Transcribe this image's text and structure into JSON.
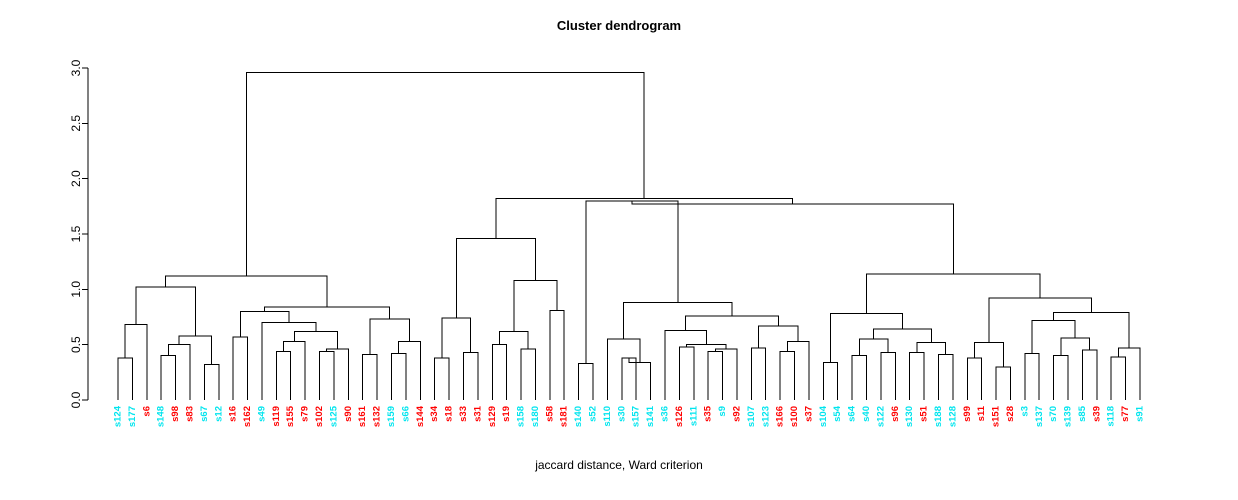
{
  "chart_data": {
    "type": "dendrogram",
    "title": "Cluster dendrogram",
    "xlabel": "jaccard distance, Ward criterion",
    "ylabel": "",
    "ylim": [
      0.0,
      3.0
    ],
    "yticks": [
      "0.0",
      "0.5",
      "1.0",
      "1.5",
      "2.0",
      "2.5",
      "3.0"
    ],
    "ytick_values": [
      0.0,
      0.5,
      1.0,
      1.5,
      2.0,
      2.5,
      3.0
    ],
    "grid": false,
    "legend": "none",
    "label_colors": {
      "red": "#FF0000",
      "cyan": "#00E5EE"
    },
    "leaves": [
      {
        "label": "s124",
        "color": "cyan"
      },
      {
        "label": "s177",
        "color": "cyan"
      },
      {
        "label": "s6",
        "color": "red"
      },
      {
        "label": "s148",
        "color": "cyan"
      },
      {
        "label": "s98",
        "color": "red"
      },
      {
        "label": "s83",
        "color": "red"
      },
      {
        "label": "s67",
        "color": "cyan"
      },
      {
        "label": "s12",
        "color": "cyan"
      },
      {
        "label": "s16",
        "color": "red"
      },
      {
        "label": "s162",
        "color": "red"
      },
      {
        "label": "s49",
        "color": "cyan"
      },
      {
        "label": "s119",
        "color": "red"
      },
      {
        "label": "s155",
        "color": "red"
      },
      {
        "label": "s79",
        "color": "red"
      },
      {
        "label": "s102",
        "color": "red"
      },
      {
        "label": "s125",
        "color": "cyan"
      },
      {
        "label": "s90",
        "color": "red"
      },
      {
        "label": "s161",
        "color": "red"
      },
      {
        "label": "s132",
        "color": "red"
      },
      {
        "label": "s159",
        "color": "cyan"
      },
      {
        "label": "s66",
        "color": "cyan"
      },
      {
        "label": "s144",
        "color": "red"
      },
      {
        "label": "s34",
        "color": "red"
      },
      {
        "label": "s18",
        "color": "red"
      },
      {
        "label": "s33",
        "color": "red"
      },
      {
        "label": "s31",
        "color": "red"
      },
      {
        "label": "s129",
        "color": "red"
      },
      {
        "label": "s19",
        "color": "red"
      },
      {
        "label": "s158",
        "color": "cyan"
      },
      {
        "label": "s180",
        "color": "cyan"
      },
      {
        "label": "s58",
        "color": "red"
      },
      {
        "label": "s181",
        "color": "red"
      },
      {
        "label": "s140",
        "color": "cyan"
      },
      {
        "label": "s52",
        "color": "cyan"
      },
      {
        "label": "s110",
        "color": "cyan"
      },
      {
        "label": "s30",
        "color": "cyan"
      },
      {
        "label": "s157",
        "color": "cyan"
      },
      {
        "label": "s141",
        "color": "cyan"
      },
      {
        "label": "s36",
        "color": "cyan"
      },
      {
        "label": "s126",
        "color": "red"
      },
      {
        "label": "s111",
        "color": "cyan"
      },
      {
        "label": "s35",
        "color": "red"
      },
      {
        "label": "s9",
        "color": "cyan"
      },
      {
        "label": "s92",
        "color": "red"
      },
      {
        "label": "s107",
        "color": "cyan"
      },
      {
        "label": "s123",
        "color": "cyan"
      },
      {
        "label": "s166",
        "color": "red"
      },
      {
        "label": "s100",
        "color": "red"
      },
      {
        "label": "s37",
        "color": "red"
      },
      {
        "label": "s104",
        "color": "cyan"
      },
      {
        "label": "s54",
        "color": "cyan"
      },
      {
        "label": "s64",
        "color": "cyan"
      },
      {
        "label": "s40",
        "color": "cyan"
      },
      {
        "label": "s122",
        "color": "cyan"
      },
      {
        "label": "s96",
        "color": "red"
      },
      {
        "label": "s130",
        "color": "cyan"
      },
      {
        "label": "s51",
        "color": "red"
      },
      {
        "label": "s188",
        "color": "cyan"
      },
      {
        "label": "s128",
        "color": "cyan"
      },
      {
        "label": "s99",
        "color": "red"
      },
      {
        "label": "s11",
        "color": "red"
      },
      {
        "label": "s151",
        "color": "red"
      },
      {
        "label": "s28",
        "color": "red"
      },
      {
        "label": "s3",
        "color": "cyan"
      },
      {
        "label": "s137",
        "color": "cyan"
      },
      {
        "label": "s70",
        "color": "cyan"
      },
      {
        "label": "s139",
        "color": "cyan"
      },
      {
        "label": "s85",
        "color": "cyan"
      },
      {
        "label": "s39",
        "color": "red"
      },
      {
        "label": "s118",
        "color": "cyan"
      },
      {
        "label": "s77",
        "color": "red"
      },
      {
        "label": "s91",
        "color": "cyan"
      }
    ],
    "merges": [
      {
        "id": "m1",
        "left": {
          "leaf": 0
        },
        "right": {
          "leaf": 1
        },
        "height": 0.38
      },
      {
        "id": "m2",
        "left": {
          "leaf": 3
        },
        "right": {
          "leaf": 4
        },
        "height": 0.4
      },
      {
        "id": "m3",
        "left": {
          "node": "m2"
        },
        "right": {
          "leaf": 5
        },
        "height": 0.5
      },
      {
        "id": "m4",
        "left": {
          "leaf": 6
        },
        "right": {
          "leaf": 7
        },
        "height": 0.32
      },
      {
        "id": "m5",
        "left": {
          "node": "m3"
        },
        "right": {
          "node": "m4"
        },
        "height": 0.58
      },
      {
        "id": "m6",
        "left": {
          "node": "m1"
        },
        "right": {
          "leaf": 2
        },
        "height": 0.68
      },
      {
        "id": "m7",
        "left": {
          "node": "m6"
        },
        "right": {
          "node": "m5"
        },
        "height": 1.02
      },
      {
        "id": "m8",
        "left": {
          "leaf": 8
        },
        "right": {
          "leaf": 9
        },
        "height": 0.57
      },
      {
        "id": "m9",
        "left": {
          "leaf": 11
        },
        "right": {
          "leaf": 12
        },
        "height": 0.44
      },
      {
        "id": "m10",
        "left": {
          "node": "m9"
        },
        "right": {
          "leaf": 13
        },
        "height": 0.53
      },
      {
        "id": "m11",
        "left": {
          "leaf": 14
        },
        "right": {
          "leaf": 15
        },
        "height": 0.44
      },
      {
        "id": "m12",
        "left": {
          "node": "m11"
        },
        "right": {
          "leaf": 16
        },
        "height": 0.46
      },
      {
        "id": "m13",
        "left": {
          "node": "m10"
        },
        "right": {
          "node": "m12"
        },
        "height": 0.62
      },
      {
        "id": "m14",
        "left": {
          "leaf": 10
        },
        "right": {
          "node": "m13"
        },
        "height": 0.7
      },
      {
        "id": "m15",
        "left": {
          "node": "m8"
        },
        "right": {
          "node": "m14"
        },
        "height": 0.8
      },
      {
        "id": "m16",
        "left": {
          "leaf": 17
        },
        "right": {
          "leaf": 18
        },
        "height": 0.41
      },
      {
        "id": "m17",
        "left": {
          "leaf": 19
        },
        "right": {
          "leaf": 20
        },
        "height": 0.42
      },
      {
        "id": "m18",
        "left": {
          "node": "m17"
        },
        "right": {
          "leaf": 21
        },
        "height": 0.53
      },
      {
        "id": "m19",
        "left": {
          "node": "m16"
        },
        "right": {
          "node": "m18"
        },
        "height": 0.73
      },
      {
        "id": "m20",
        "left": {
          "node": "m15"
        },
        "right": {
          "node": "m19"
        },
        "height": 0.84
      },
      {
        "id": "m21",
        "left": {
          "node": "m7"
        },
        "right": {
          "node": "m20"
        },
        "height": 1.12
      },
      {
        "id": "m22",
        "left": {
          "leaf": 22
        },
        "right": {
          "leaf": 23
        },
        "height": 0.38
      },
      {
        "id": "m23",
        "left": {
          "leaf": 24
        },
        "right": {
          "leaf": 25
        },
        "height": 0.43
      },
      {
        "id": "m24",
        "left": {
          "node": "m22"
        },
        "right": {
          "node": "m23"
        },
        "height": 0.74
      },
      {
        "id": "m25",
        "left": {
          "leaf": 26
        },
        "right": {
          "leaf": 27
        },
        "height": 0.5
      },
      {
        "id": "m26",
        "left": {
          "leaf": 28
        },
        "right": {
          "leaf": 29
        },
        "height": 0.46
      },
      {
        "id": "m27",
        "left": {
          "node": "m25"
        },
        "right": {
          "node": "m26"
        },
        "height": 0.62
      },
      {
        "id": "m28",
        "left": {
          "leaf": 30
        },
        "right": {
          "leaf": 31
        },
        "height": 0.81
      },
      {
        "id": "m29",
        "left": {
          "node": "m27"
        },
        "right": {
          "node": "m28"
        },
        "height": 1.08
      },
      {
        "id": "m30",
        "left": {
          "node": "m24"
        },
        "right": {
          "node": "m29"
        },
        "height": 1.46
      },
      {
        "id": "m31",
        "left": {
          "leaf": 32
        },
        "right": {
          "leaf": 33
        },
        "height": 0.33
      },
      {
        "id": "m32",
        "left": {
          "leaf": 35
        },
        "right": {
          "leaf": 36
        },
        "height": 0.38
      },
      {
        "id": "m33",
        "left": {
          "node": "m32"
        },
        "right": {
          "leaf": 37
        },
        "height": 0.34
      },
      {
        "id": "m34",
        "left": {
          "leaf": 34
        },
        "right": {
          "node": "m33"
        },
        "height": 0.55
      },
      {
        "id": "m35",
        "left": {
          "leaf": 39
        },
        "right": {
          "leaf": 40
        },
        "height": 0.48
      },
      {
        "id": "m36",
        "left": {
          "leaf": 41
        },
        "right": {
          "leaf": 42
        },
        "height": 0.44
      },
      {
        "id": "m37",
        "left": {
          "node": "m36"
        },
        "right": {
          "leaf": 43
        },
        "height": 0.46
      },
      {
        "id": "m38",
        "left": {
          "node": "m35"
        },
        "right": {
          "node": "m37"
        },
        "height": 0.5
      },
      {
        "id": "m39",
        "left": {
          "leaf": 38
        },
        "right": {
          "node": "m38"
        },
        "height": 0.63
      },
      {
        "id": "m40",
        "left": {
          "leaf": 44
        },
        "right": {
          "leaf": 45
        },
        "height": 0.47
      },
      {
        "id": "m41",
        "left": {
          "leaf": 46
        },
        "right": {
          "leaf": 47
        },
        "height": 0.44
      },
      {
        "id": "m42",
        "left": {
          "node": "m41"
        },
        "right": {
          "leaf": 48
        },
        "height": 0.53
      },
      {
        "id": "m43",
        "left": {
          "node": "m40"
        },
        "right": {
          "node": "m42"
        },
        "height": 0.67
      },
      {
        "id": "m44",
        "left": {
          "node": "m39"
        },
        "right": {
          "node": "m43"
        },
        "height": 0.76
      },
      {
        "id": "m45",
        "left": {
          "node": "m34"
        },
        "right": {
          "node": "m44"
        },
        "height": 0.88
      },
      {
        "id": "m46",
        "left": {
          "node": "m31"
        },
        "right": {
          "node": "m45"
        },
        "height": 1.8
      },
      {
        "id": "m47",
        "left": {
          "leaf": 49
        },
        "right": {
          "leaf": 50
        },
        "height": 0.34
      },
      {
        "id": "m48",
        "left": {
          "leaf": 51
        },
        "right": {
          "leaf": 52
        },
        "height": 0.4
      },
      {
        "id": "m49",
        "left": {
          "leaf": 53
        },
        "right": {
          "leaf": 54
        },
        "height": 0.43
      },
      {
        "id": "m50",
        "left": {
          "node": "m48"
        },
        "right": {
          "node": "m49"
        },
        "height": 0.55
      },
      {
        "id": "m51",
        "left": {
          "leaf": 55
        },
        "right": {
          "leaf": 56
        },
        "height": 0.43
      },
      {
        "id": "m52",
        "left": {
          "leaf": 57
        },
        "right": {
          "leaf": 58
        },
        "height": 0.41
      },
      {
        "id": "m53",
        "left": {
          "node": "m51"
        },
        "right": {
          "node": "m52"
        },
        "height": 0.52
      },
      {
        "id": "m54",
        "left": {
          "node": "m50"
        },
        "right": {
          "node": "m53"
        },
        "height": 0.64
      },
      {
        "id": "m55",
        "left": {
          "node": "m47"
        },
        "right": {
          "node": "m54"
        },
        "height": 0.78
      },
      {
        "id": "m56",
        "left": {
          "leaf": 59
        },
        "right": {
          "leaf": 60
        },
        "height": 0.38
      },
      {
        "id": "m57",
        "left": {
          "leaf": 61
        },
        "right": {
          "leaf": 62
        },
        "height": 0.3
      },
      {
        "id": "m58",
        "left": {
          "node": "m56"
        },
        "right": {
          "node": "m57"
        },
        "height": 0.52
      },
      {
        "id": "m59",
        "left": {
          "leaf": 63
        },
        "right": {
          "leaf": 64
        },
        "height": 0.42
      },
      {
        "id": "m60",
        "left": {
          "leaf": 65
        },
        "right": {
          "leaf": 66
        },
        "height": 0.4
      },
      {
        "id": "m61",
        "left": {
          "leaf": 67
        },
        "right": {
          "leaf": 68
        },
        "height": 0.45
      },
      {
        "id": "m62",
        "left": {
          "node": "m60"
        },
        "right": {
          "node": "m61"
        },
        "height": 0.56
      },
      {
        "id": "m63",
        "left": {
          "node": "m59"
        },
        "right": {
          "node": "m62"
        },
        "height": 0.72
      },
      {
        "id": "m64",
        "left": {
          "leaf": 69
        },
        "right": {
          "leaf": 70
        },
        "height": 0.39
      },
      {
        "id": "m65",
        "left": {
          "node": "m64"
        },
        "right": {
          "leaf": 71
        },
        "height": 0.47
      },
      {
        "id": "m66",
        "left": {
          "node": "m63"
        },
        "right": {
          "node": "m65"
        },
        "height": 0.79
      },
      {
        "id": "m67",
        "left": {
          "node": "m58"
        },
        "right": {
          "node": "m66"
        },
        "height": 0.92
      },
      {
        "id": "m68",
        "left": {
          "node": "m55"
        },
        "right": {
          "node": "m67"
        },
        "height": 1.14
      },
      {
        "id": "m69",
        "left": {
          "node": "m46"
        },
        "right": {
          "node": "m68"
        },
        "height": 1.77
      },
      {
        "id": "m70",
        "left": {
          "node": "m30"
        },
        "right": {
          "node": "m69"
        },
        "height": 1.82
      },
      {
        "id": "m71",
        "left": {
          "node": "m21"
        },
        "right": {
          "node": "m70"
        },
        "height": 2.96
      }
    ]
  }
}
